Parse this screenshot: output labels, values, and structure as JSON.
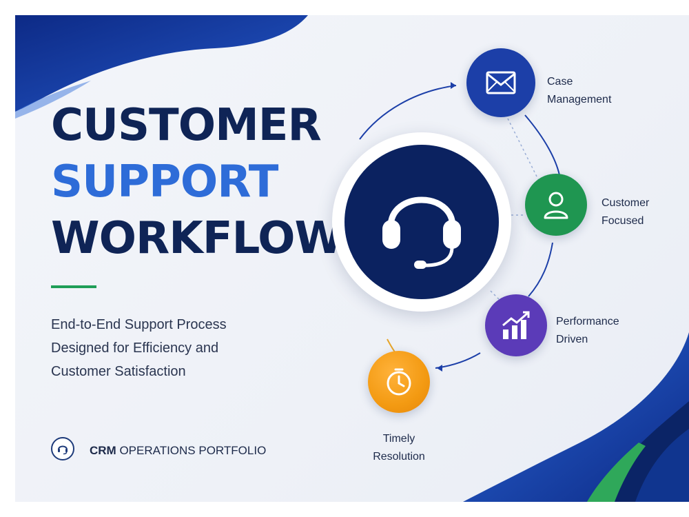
{
  "title": {
    "line1": "CUSTOMER",
    "line2": "SUPPORT",
    "line3": "WORKFLOW"
  },
  "subtitle": {
    "line1": "End-to-End Support Process",
    "line2": "Designed for Efficiency and",
    "line3": "Customer Satisfaction"
  },
  "footer": {
    "bold": "CRM",
    "rest": " OPERATIONS PORTFOLIO",
    "icon": "headset-icon"
  },
  "nodes": [
    {
      "line1": "Case",
      "line2": "Management",
      "icon": "envelope-icon",
      "color": "#1c3fa8"
    },
    {
      "line1": "Customer",
      "line2": "Focused",
      "icon": "user-icon",
      "color": "#1f9651"
    },
    {
      "line1": "Performance",
      "line2": "Driven",
      "icon": "bar-chart-icon",
      "color": "#5b3bb8"
    },
    {
      "line1": "Timely",
      "line2": "Resolution",
      "icon": "clock-icon",
      "color": "#f39a12"
    }
  ],
  "colors": {
    "navy": "#0f2456",
    "accent_blue": "#2e6cd8",
    "accent_green": "#1f9e57",
    "hub": "#0b2260"
  }
}
